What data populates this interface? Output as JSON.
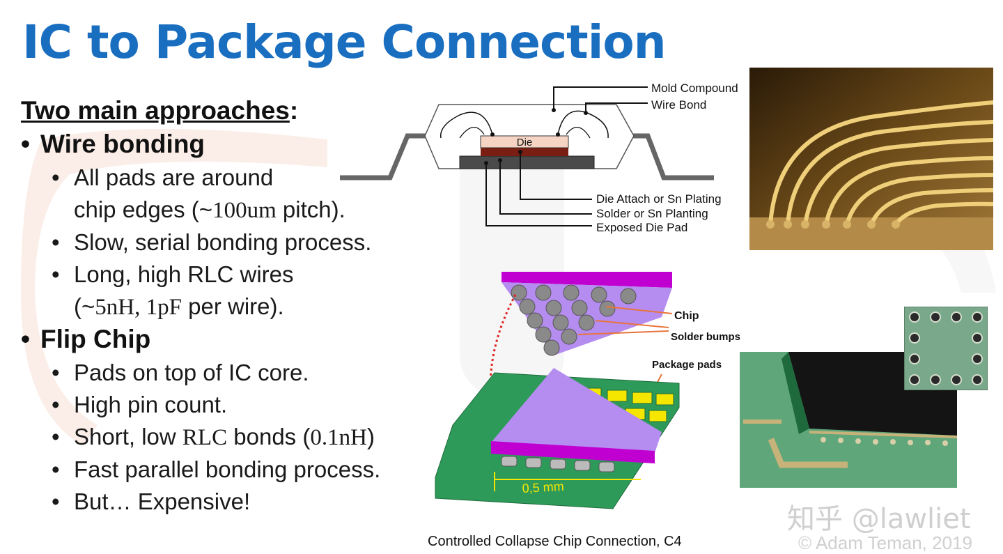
{
  "slide": {
    "title": "IC to Package Connection",
    "heading": "Two main approaches",
    "heading_suffix": ":",
    "sections": [
      {
        "title": "Wire bonding",
        "bullets": [
          {
            "text": "All pads are around",
            "cont_a": "chip edges (~",
            "cont_serif": "100um",
            "cont_b": " pitch)."
          },
          {
            "text": "Slow, serial bonding process."
          },
          {
            "text": "Long, high RLC wires",
            "cont_a": "(~",
            "cont_serif": "5nH, 1pF",
            "cont_b": " per wire)."
          }
        ]
      },
      {
        "title": "Flip Chip",
        "bullets": [
          {
            "text": "Pads on top of IC core."
          },
          {
            "text": "High pin count."
          },
          {
            "text": "Short, low ",
            "serif": "RLC",
            "text_b": " bonds (",
            "serif2": "0.1nH",
            "text_c": ")"
          },
          {
            "text": "Fast parallel bonding process."
          },
          {
            "text": "But… Expensive!"
          }
        ]
      }
    ]
  },
  "wirebond_diagram": {
    "die": "Die",
    "mold_compound": "Mold Compound",
    "wire_bond": "Wire Bond",
    "die_attach": "Die Attach or Sn Plating",
    "solder": "Solder or Sn Planting",
    "exposed_pad": "Exposed Die Pad"
  },
  "flipchip_diagram": {
    "chip": "Chip",
    "solder_bumps": "Solder bumps",
    "package_pads": "Package pads",
    "dimension": "0,5 mm",
    "caption": "Controlled Collapse Chip Connection, C4"
  },
  "watermark": {
    "zhihu": "知乎 @lawliet",
    "copyright": "© Adam Teman, 2019"
  },
  "colors": {
    "title": "#1a6ec0",
    "chip_purple": "#b58cf0",
    "chip_magenta": "#c000d0",
    "board_green": "#2e9a5a",
    "pad_yellow": "#f5e600",
    "watermark": "#cfcfcf"
  }
}
